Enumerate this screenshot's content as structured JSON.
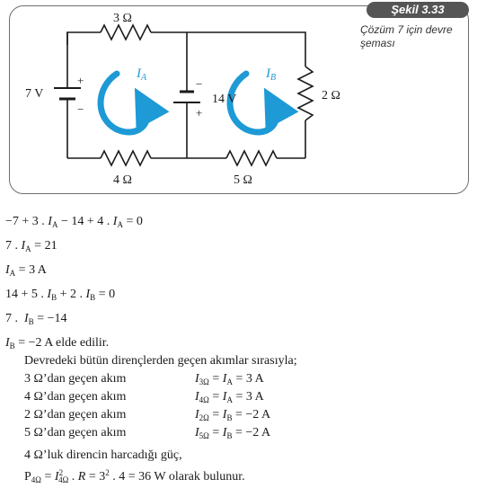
{
  "figure": {
    "badge": "Şekil 3.33",
    "caption": "Çözüm 7 için devre şeması",
    "labels": {
      "r_top": "3 Ω",
      "r_bottom_left": "4 Ω",
      "r_bottom_right": "5 Ω",
      "r_right": "2 Ω",
      "source_left": "7 V",
      "source_mid": "14 V",
      "plus": "+",
      "minus": "−",
      "current_a": "I",
      "current_a_sub": "A",
      "current_b": "I",
      "current_b_sub": "B"
    },
    "colors": {
      "loop_arrow": "#1e9ad6",
      "wire": "#1a1a1a"
    }
  },
  "solution": {
    "eq1": {
      "prefix": "−7 + 3 . ",
      "i": "I",
      "sub": "A",
      "mid": " − 14 + 4 . ",
      "i2": "I",
      "sub2": "A",
      "suffix": " = 0"
    },
    "eq2": {
      "prefix": "7 . ",
      "i": "I",
      "sub": "A",
      "suffix": " = 21"
    },
    "eq3": {
      "i": "I",
      "sub": "A",
      "suffix": " = 3 A"
    },
    "eq4": {
      "prefix": "14 + 5 . ",
      "i": "I",
      "sub": "B",
      "mid": " + 2 . ",
      "i2": "I",
      "sub2": "B",
      "suffix": " = 0"
    },
    "eq5": {
      "prefix": "7 .  ",
      "i": "I",
      "sub": "B",
      "suffix": " = −14"
    },
    "eq6": {
      "i": "I",
      "sub": "B",
      "suffix": " = −2 A elde edilir."
    },
    "intro": "Devredeki bütün dirençlerden geçen akımlar sırasıyla;",
    "rows": [
      {
        "label": "3 Ω’dan geçen akım",
        "i": "I",
        "rsub": "3Ω",
        "eq": " = ",
        "i2": "I",
        "sub2": "A",
        "val": " = 3 A"
      },
      {
        "label": "4 Ω’dan geçen akım",
        "i": "I",
        "rsub": "4Ω",
        "eq": " = ",
        "i2": "I",
        "sub2": "A",
        "val": " = 3 A"
      },
      {
        "label": "2 Ω’dan geçen akım",
        "i": "I",
        "rsub": "2Ω",
        "eq": " = ",
        "i2": "I",
        "sub2": "B",
        "val": " = −2 A"
      },
      {
        "label": "5 Ω’dan geçen akım",
        "i": "I",
        "rsub": "5Ω",
        "eq": " = ",
        "i2": "I",
        "sub2": "B",
        "val": " = −2 A"
      }
    ],
    "power_intro": "4 Ω’luk direncin harcadığı güç,",
    "power": {
      "p": "P",
      "psub": "4Ω",
      "eq1": " = ",
      "i": "I",
      "isup": "2",
      "isub": "4Ω",
      "dot": " . ",
      "r": "R",
      "eq2": " = 3",
      "sup2": "2",
      "tail": " . 4 = 36 W olarak bulunur."
    }
  }
}
